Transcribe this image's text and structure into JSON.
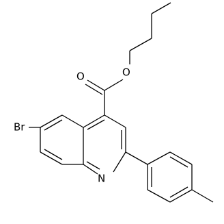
{
  "molecule": {
    "atom_labels": {
      "bromine": "Br",
      "ring_nitrogen": "N",
      "carbonyl_oxygen": "O",
      "ester_oxygen": "O"
    },
    "line_color": "#000000",
    "background_color": "#ffffff"
  }
}
